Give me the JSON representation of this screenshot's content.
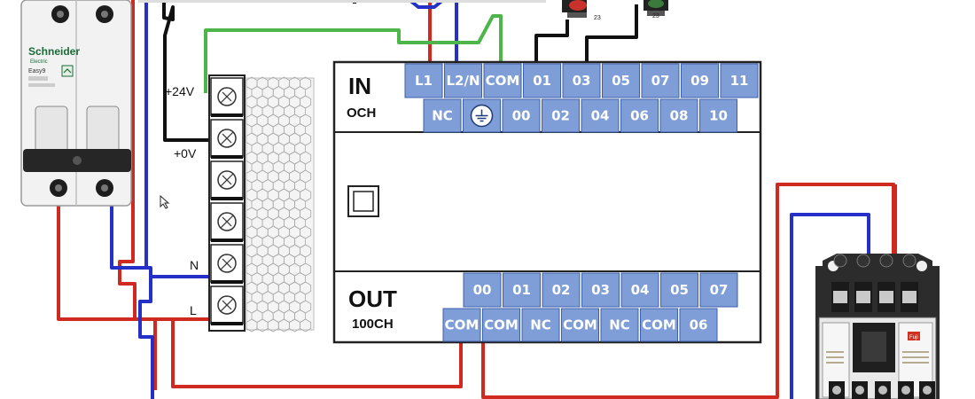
{
  "breaker": {
    "brand": "Schneider",
    "model": "Easy9",
    "sub_brand": "Electric"
  },
  "power_supply": {
    "plus24v_label": "+24V",
    "zero_v_label": "+0V",
    "n_label": "N",
    "l_label": "L"
  },
  "plc": {
    "in_label": "IN",
    "in_channel": "OCH",
    "out_label": "OUT",
    "out_channel": "100CH",
    "in_top_row": [
      "L1",
      "L2/N",
      "COM",
      "01",
      "03",
      "05",
      "07",
      "09",
      "11"
    ],
    "in_bottom_row": [
      "NC",
      "⏚",
      "00",
      "02",
      "04",
      "06",
      "08",
      "10"
    ],
    "out_top_row": [
      "00",
      "01",
      "02",
      "03",
      "04",
      "05",
      "07"
    ],
    "out_bottom_row": [
      "COM",
      "COM",
      "NC",
      "COM",
      "NC",
      "COM",
      "06"
    ],
    "terminal_color": "#7f9ed8"
  },
  "wire_colors": {
    "red": "#d02a20",
    "blue": "#2430c8",
    "green": "#4db54a",
    "black": "#111111"
  },
  "contactor": {
    "brand": "Fuji"
  },
  "buttons": {
    "left_tag": "23",
    "right_tag": "23"
  }
}
